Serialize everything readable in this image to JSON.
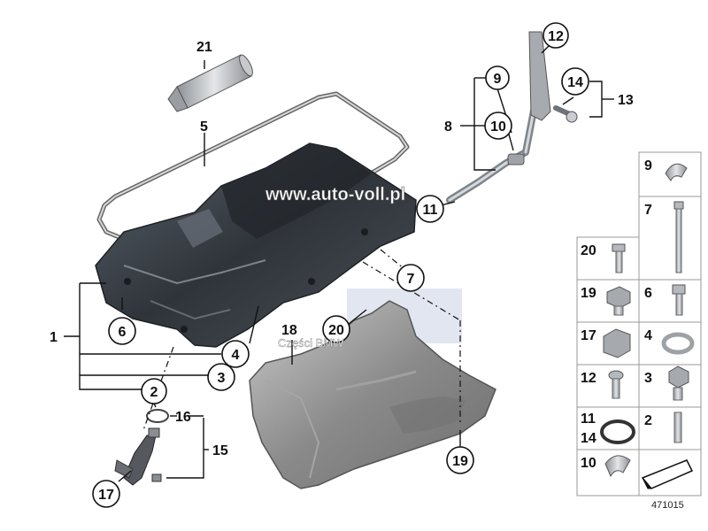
{
  "watermark_text": "www.auto-voll.pl",
  "watermark_sub": "Części BMW",
  "diagram_id": "471015",
  "callouts": {
    "c21": "21",
    "c5": "5",
    "c12": "12",
    "c9": "9",
    "c14": "14",
    "c13": "13",
    "c8": "8",
    "c10": "10",
    "c11": "11",
    "c7": "7",
    "c1": "1",
    "c6": "6",
    "c4": "4",
    "c3": "3",
    "c2": "2",
    "c16": "16",
    "c15": "15",
    "c17": "17",
    "c18": "18",
    "c20": "20",
    "c19": "19"
  },
  "parts_grid": {
    "right_col": [
      "9",
      "7",
      "6",
      "4",
      "3",
      "2"
    ],
    "left_col": [
      "20",
      "19",
      "17",
      "12",
      "11",
      "14",
      "10"
    ]
  },
  "colors": {
    "oil_pan": "#3a3f46",
    "heat_shield": "#8c8c8c",
    "metal": "#b9bcc0",
    "accent_blue": "#9aa9c8"
  }
}
